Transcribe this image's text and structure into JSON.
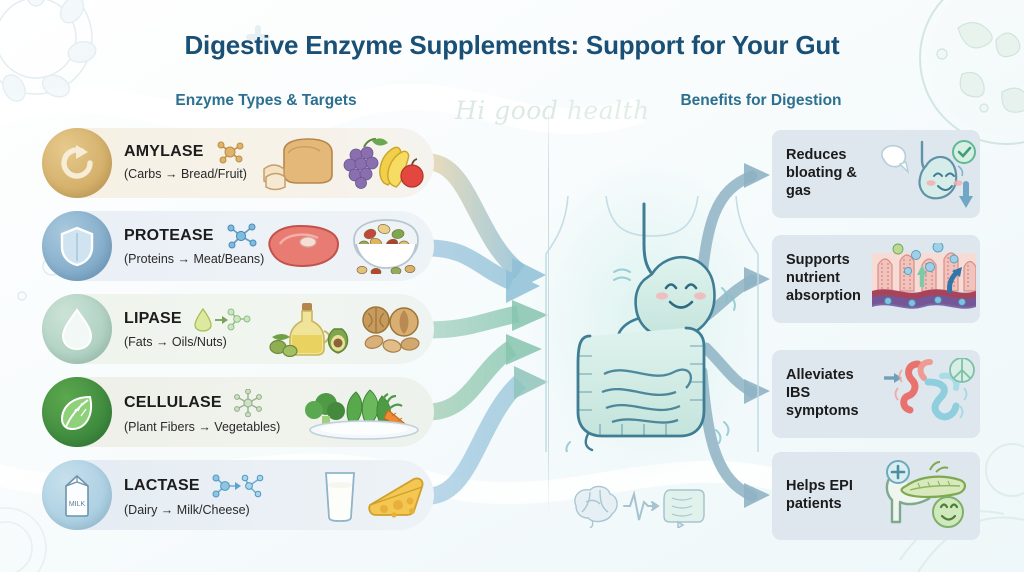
{
  "header": {
    "title": "Digestive Enzyme Supplements: Support for Your Gut"
  },
  "columns": {
    "left_heading": "Enzyme Types & Targets",
    "right_heading": "Benefits for Digestion"
  },
  "watermark": {
    "text_part1": "Hi good",
    "text_part2": "health"
  },
  "enzymes": [
    {
      "name": "AMYLASE",
      "target": "(Carbs → Bread/Fruit)",
      "badge_icon": "circular-arrow-icon",
      "molecule_icon": "molecule-icon",
      "foods": [
        "bread-icon",
        "fruit-basket-icon"
      ],
      "badge_color": "#cfa65c",
      "row_color": "#f5efe4"
    },
    {
      "name": "PROTEASE",
      "target": "(Proteins → Meat/Beans)",
      "badge_icon": "shield-icon",
      "molecule_icon": "molecule-icon",
      "foods": [
        "steak-icon",
        "beans-bowl-icon"
      ],
      "badge_color": "#7fa8c6",
      "row_color": "#e7eef4"
    },
    {
      "name": "LIPASE",
      "target": "(Fats → Oils/Nuts)",
      "badge_icon": "droplet-icon",
      "molecule_icon": "droplet-to-molecule-icon",
      "foods": [
        "olive-oil-icon",
        "nuts-icon"
      ],
      "badge_color": "#aecfc2",
      "row_color": "#eef3ec"
    },
    {
      "name": "CELLULASE",
      "target": "(Plant Fibers → Vegetables)",
      "badge_icon": "leaf-icon",
      "molecule_icon": "fiber-molecule-icon",
      "foods": [
        "vegetable-plate-icon"
      ],
      "badge_color": "#3f8f43",
      "row_color": "#eceee7"
    },
    {
      "name": "LACTASE",
      "target": "(Dairy → Milk/Cheese)",
      "badge_icon": "milk-carton-icon",
      "molecule_icon": "lactose-molecule-icon",
      "foods": [
        "milk-glass-icon",
        "cheese-icon"
      ],
      "badge_color": "#a8cde0",
      "row_color": "#e3eaf1"
    }
  ],
  "benefits": [
    {
      "label": "Reduces bloating & gas",
      "art": "happy-stomach-check-icon"
    },
    {
      "label": "Supports nutrient absorption",
      "art": "intestinal-villi-absorption-icon"
    },
    {
      "label": "Alleviates IBS symptoms",
      "art": "intestine-peace-icon"
    },
    {
      "label": "Helps EPI patients",
      "art": "pancreas-smiley-icon"
    }
  ],
  "center": {
    "illustration": "digestive-system-smiling-stomach",
    "brain_gut_axis": [
      "brain-icon",
      "pulse-line-icon",
      "intestine-icon"
    ]
  },
  "colors": {
    "title": "#1b5076",
    "heading": "#2d6f8e",
    "benefit_card": "#dee7ee",
    "arrow_right": "#8fb3c4",
    "background": "#f5fafc"
  }
}
